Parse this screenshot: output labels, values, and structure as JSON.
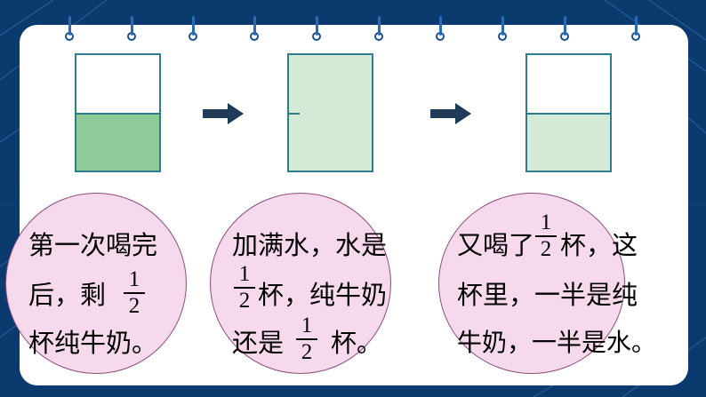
{
  "colors": {
    "background": "#0b3a6e",
    "card": "#ffffff",
    "milk_full": "#8fcb98",
    "milk_diluted": "#d3ead6",
    "bubble": "#f7d9ee",
    "arrow": "#1f3b57"
  },
  "beakers": [
    {
      "fill_fraction": 0.5,
      "color": "#8fcb98"
    },
    {
      "fill_fraction": 1.0,
      "color": "#d3ead6"
    },
    {
      "fill_fraction": 0.5,
      "color": "#d3ead6"
    }
  ],
  "arrows": [
    "arrow-right-icon",
    "arrow-right-icon"
  ],
  "bubbles": [
    {
      "line1": "第一次喝完",
      "line2_pre": "后，剩",
      "frac": {
        "num": "1",
        "den": "2"
      },
      "line3": "杯纯牛奶。"
    },
    {
      "line1": "加满水，水是",
      "frac1": {
        "num": "1",
        "den": "2"
      },
      "line2_post": "杯，纯牛奶",
      "line3_pre": "还是",
      "frac2": {
        "num": "1",
        "den": "2"
      },
      "line3_post": "杯。"
    },
    {
      "line1_pre": "又喝了",
      "frac": {
        "num": "1",
        "den": "2"
      },
      "line1_post": "杯，这",
      "line2": "杯里，一半是纯",
      "line3": "牛奶，一半是水。"
    }
  ]
}
